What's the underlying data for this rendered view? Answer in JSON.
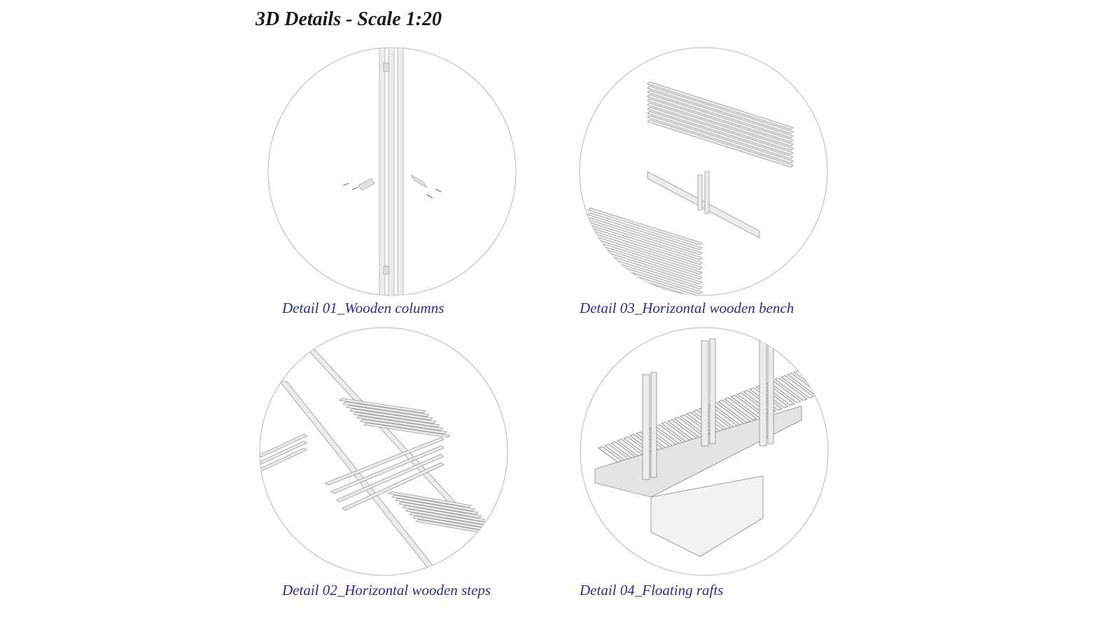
{
  "title": "3D Details - Scale 1:20",
  "details": [
    {
      "caption": "Detail 01_Wooden columns"
    },
    {
      "caption": "Detail 03_Horizontal wooden bench"
    },
    {
      "caption": "Detail 02_Horizontal wooden steps"
    },
    {
      "caption": "Detail 04_Floating rafts"
    }
  ],
  "colors": {
    "caption": "#2b2b9c",
    "outline": "#b8b8b8",
    "fill": "#ececec"
  }
}
